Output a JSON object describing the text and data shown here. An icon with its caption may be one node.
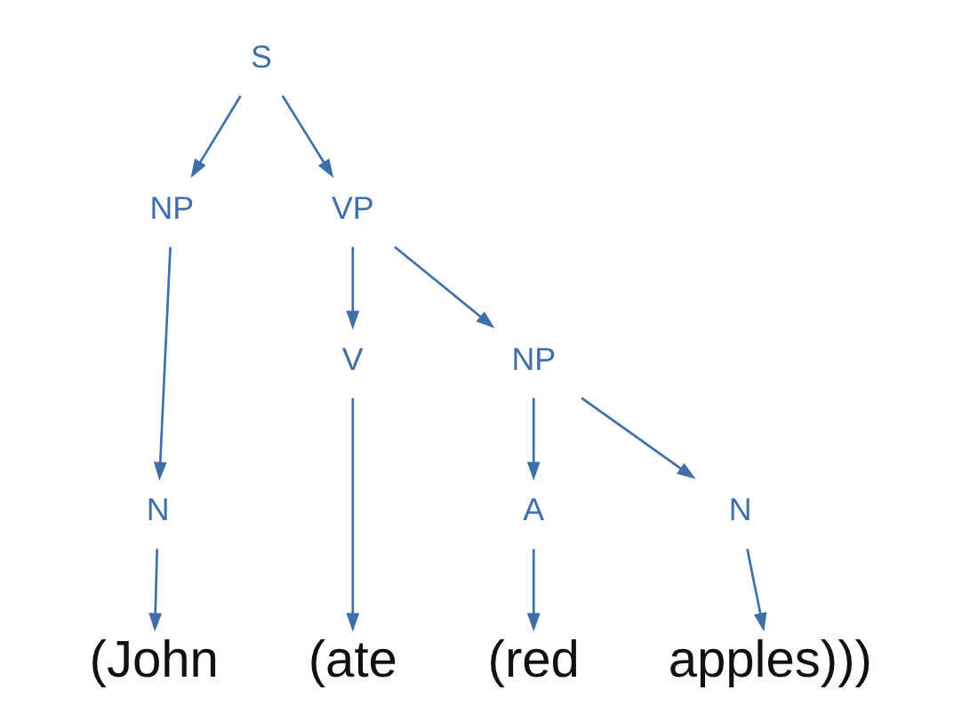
{
  "diagram": {
    "nodes": [
      {
        "text": [
          "S"
        ]
      },
      {
        "text": [
          "NP"
        ]
      },
      {
        "text": [
          "VP"
        ]
      },
      {
        "text": [
          "V"
        ]
      },
      {
        "text": [
          "NP"
        ]
      },
      {
        "text": [
          "N"
        ]
      },
      {
        "text": [
          "A"
        ]
      },
      {
        "text": [
          "N"
        ]
      },
      {
        "text": [
          "(John"
        ]
      },
      {
        "text": [
          "(ate"
        ]
      },
      {
        "text": [
          "(red"
        ]
      },
      {
        "text": [
          "apples)))"
        ]
      }
    ],
    "edges": [
      {
        "from": 0,
        "to": 1,
        "arrow": "to"
      },
      {
        "from": 0,
        "to": 2,
        "arrow": "to"
      },
      {
        "from": 1,
        "to": 5,
        "arrow": "to"
      },
      {
        "from": 2,
        "to": 3,
        "arrow": "to"
      },
      {
        "from": 2,
        "to": 4,
        "arrow": "to"
      },
      {
        "from": 5,
        "to": 8,
        "arrow": "to"
      },
      {
        "from": 3,
        "to": 9,
        "arrow": "to"
      },
      {
        "from": 4,
        "to": 6,
        "arrow": "to"
      },
      {
        "from": 4,
        "to": 7,
        "arrow": "to"
      },
      {
        "from": 6,
        "to": 10,
        "arrow": "to"
      },
      {
        "from": 7,
        "to": 11,
        "arrow": "to"
      }
    ]
  }
}
